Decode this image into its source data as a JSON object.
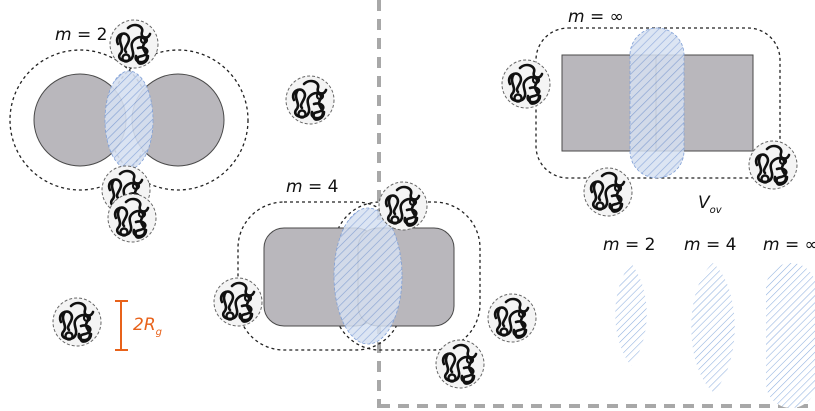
{
  "labels": {
    "m2_left": "m = 2",
    "m4_center": "m = 4",
    "minf_top": "m = ∞",
    "vov": "V",
    "vov_sub": "ov",
    "legend_m2": "m = 2",
    "legend_m4": "m = 4",
    "legend_minf": "m = ∞",
    "scale_label": "2R",
    "scale_sub": "g"
  },
  "colors": {
    "particle_fill": "#b9b7bc",
    "particle_stroke": "#3a3a3a",
    "overlap_fill": "#c9d5ec",
    "overlap_hatch": "#7f9fd6",
    "scale_bar": "#e8621a",
    "divider": "#a8a8a8",
    "polymer": "#111111",
    "dashed_outline": "#222222"
  },
  "icons": {
    "polymer_coil": "polymer-coil-icon"
  }
}
